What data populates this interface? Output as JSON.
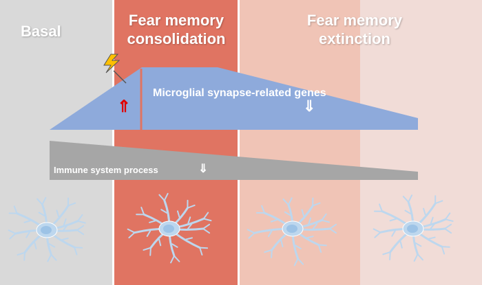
{
  "phases": {
    "basal": "Basal",
    "consolidation": "Fear memory consolidation",
    "extinction": "Fear memory extinction"
  },
  "processes": {
    "genes": "Microglial synapse-related genes",
    "genes_arrow": "⇓",
    "consolidation_arrow": "⇑",
    "immune": "Immune system process",
    "immune_arrow": "⇓"
  },
  "icons": {
    "lightning": "lightning-bolt-icon",
    "cell": "microglia-cell-icon"
  },
  "colors": {
    "basal_bg": "#d9d9d9",
    "consolidation_bg": "#e07462",
    "extinction_bg": "#f0c4b6",
    "extinction_late_bg": "#f1dcd7",
    "genes_band": "#8eaadb",
    "immune_band": "#a6a6a6",
    "up_arrow": "#e00000",
    "microglia": "#bdd7ee"
  }
}
